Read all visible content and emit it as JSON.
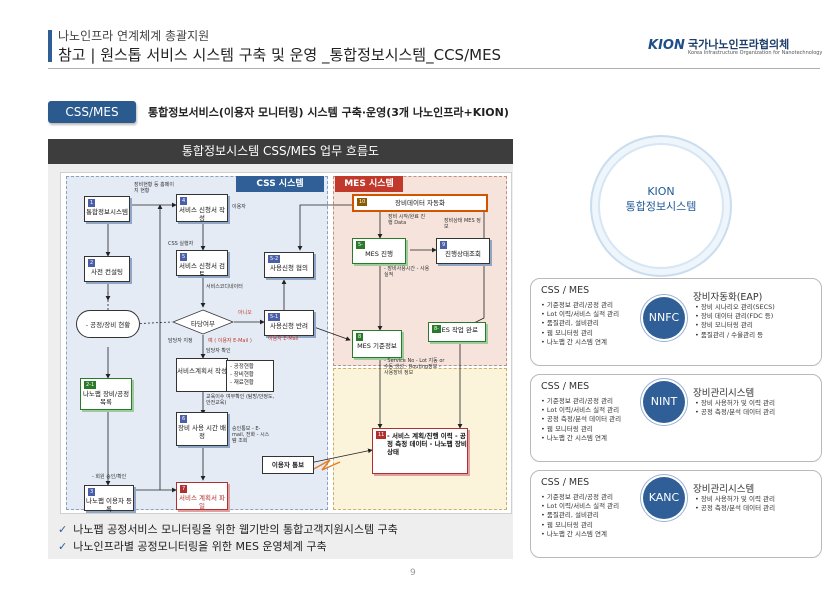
{
  "header": {
    "subtitle": "나노인프라 연계체계 총괄지원",
    "title": "참고 | 원스톱 서비스 시스템 구축 및 운영 _통합정보시스템_CCS/MES",
    "logo_mark": "KION",
    "logo_name": "국가나노인프라협의체",
    "logo_en": "Korea Infrastructure Organization for Nanotechnology"
  },
  "section": {
    "tag": "CSS/MES",
    "description": "통합정보서비스(이용자 모니터링) 시스템 구축·운영(3개 나노인프라+KION)"
  },
  "flow": {
    "panel_title": "통합정보시스템 CSS/MES 업무 흐름도",
    "css_label": "CSS 시스템",
    "mes_label": "MES 시스템",
    "nodes": {
      "n1": {
        "num": "1",
        "label": "통합정보시스템"
      },
      "n2": {
        "num": "2",
        "label": "사전 컨설팅"
      },
      "n21": {
        "num": "2-1",
        "label": "나노팹 장비/공정 목록"
      },
      "n3": {
        "num": "3",
        "label": "나노팹 이용자 등록"
      },
      "n4": {
        "num": "4",
        "label": "서비스 신청서 작성"
      },
      "n5": {
        "num": "5",
        "label": "서비스 신청서 검토"
      },
      "n52": {
        "num": "5-2",
        "label": "사용신청 협의"
      },
      "n51": {
        "num": "5-1",
        "label": "사용신청 반려"
      },
      "n6": {
        "num": "6",
        "label": "장비 사용 시간 배정"
      },
      "n7": {
        "num": "7",
        "label": "서비스 계획서 파일"
      },
      "n8": {
        "num": "8",
        "label": "MES 기준정보"
      },
      "n9": {
        "num": "9",
        "label": "진행상태조회"
      },
      "n10": {
        "num": "10",
        "label": "장비데이터 자동화"
      },
      "n11": {
        "num": "11",
        "label": "- 서비스 계획/진행 이력 - 공정 측정 데이터 - 나노팹 장비 상태"
      },
      "n12": {
        "num": "5-",
        "label": "MES 진행"
      },
      "n13": {
        "num": "8-",
        "label": "MES 작업 완료"
      },
      "process_list": "- 공정/장비 현황",
      "plan_write": "서비스계획서 작성",
      "user_notice": "이용자 통보",
      "decision": "타당여부"
    },
    "notes": [
      "- 공정현황",
      "- 장비현황",
      "- 재료현황"
    ],
    "annotations": {
      "a1": "장비현황 등 홈페이지 현황",
      "a2": "이용자",
      "a3": "CSS 실행자",
      "a4": "서비스코디네이터",
      "a5": "아니오",
      "a6": "담당자 지정",
      "a7": "예 ( 이용자 E-Mail )",
      "a8": "이용자 E-Mail",
      "a9": "담당자 확인",
      "a10": "교육이수 여부확인 (탐방/안정도,안전교육)",
      "a11": "승인통보 - E-mail, 전화 - 시스템 조회",
      "a12": "- 회원 승인/확인",
      "a13": "장비 시작/완료 진행 Data",
      "a14": "장비상태 MES 정보",
      "a15": "- 장비사용시간 - 사용실적",
      "a16": "- Service No - Lot 지동 or 수동 생성 - Routing정보 - 사용장비 정보"
    }
  },
  "bullets": [
    "나노팹 공정서비스 모니터링을 위한 웹기반의 통합고객지원시스템 구축",
    "나노인프라별 공정모니터링을 위한 MES 운영체계 구축"
  ],
  "kion": {
    "line1": "KION",
    "line2": "통합정보시스템"
  },
  "cards": [
    {
      "left_title": "CSS / MES",
      "left_items": [
        "기준정보 관리/공정 관리",
        "Lot 이력/서비스 실적 관리",
        "품질관리, 설비관리",
        "웹 모니터링 관리",
        "나노팹 간 시스템 연계"
      ],
      "badge": "NNFC",
      "right_title": "장비자동화(EAP)",
      "right_items": [
        "장비 시나리오 관리(SECS)",
        "장비 데이터 관리(FDC 등)",
        "장비 모니터링 관리",
        "품질관리 / 수율관리 등"
      ]
    },
    {
      "left_title": "CSS / MES",
      "left_items": [
        "기준정보 관리/공정 관리",
        "Lot 이력/서비스 실적 관리",
        "공정 측정/분석 데이터 관리",
        "웹 모니터링 관리",
        "나노팹 간 시스템 연계"
      ],
      "badge": "NINT",
      "right_title": "장비관리시스템",
      "right_items": [
        "장비 사용허가 및 이력 관리",
        "공정 측정/분석 데이터 관리"
      ]
    },
    {
      "left_title": "CSS / MES",
      "left_items": [
        "기준정보 관리/공정 관리",
        "Lot 이력/서비스 실적 관리",
        "품질관리, 설비관리",
        "웹 모니터링 관리",
        "나노팹 간 시스템 연계"
      ],
      "badge": "KANC",
      "right_title": "장비관리시스템",
      "right_items": [
        "장비 사용허가 및 이력 관리",
        "공정 측정/분석 데이터 관리"
      ]
    }
  ],
  "page_number": "9",
  "colors": {
    "primary": "#2e5e95",
    "mes_red": "#c0392b",
    "css_bg": "#e4ebf5",
    "mes_bg": "#f5e3dc"
  }
}
